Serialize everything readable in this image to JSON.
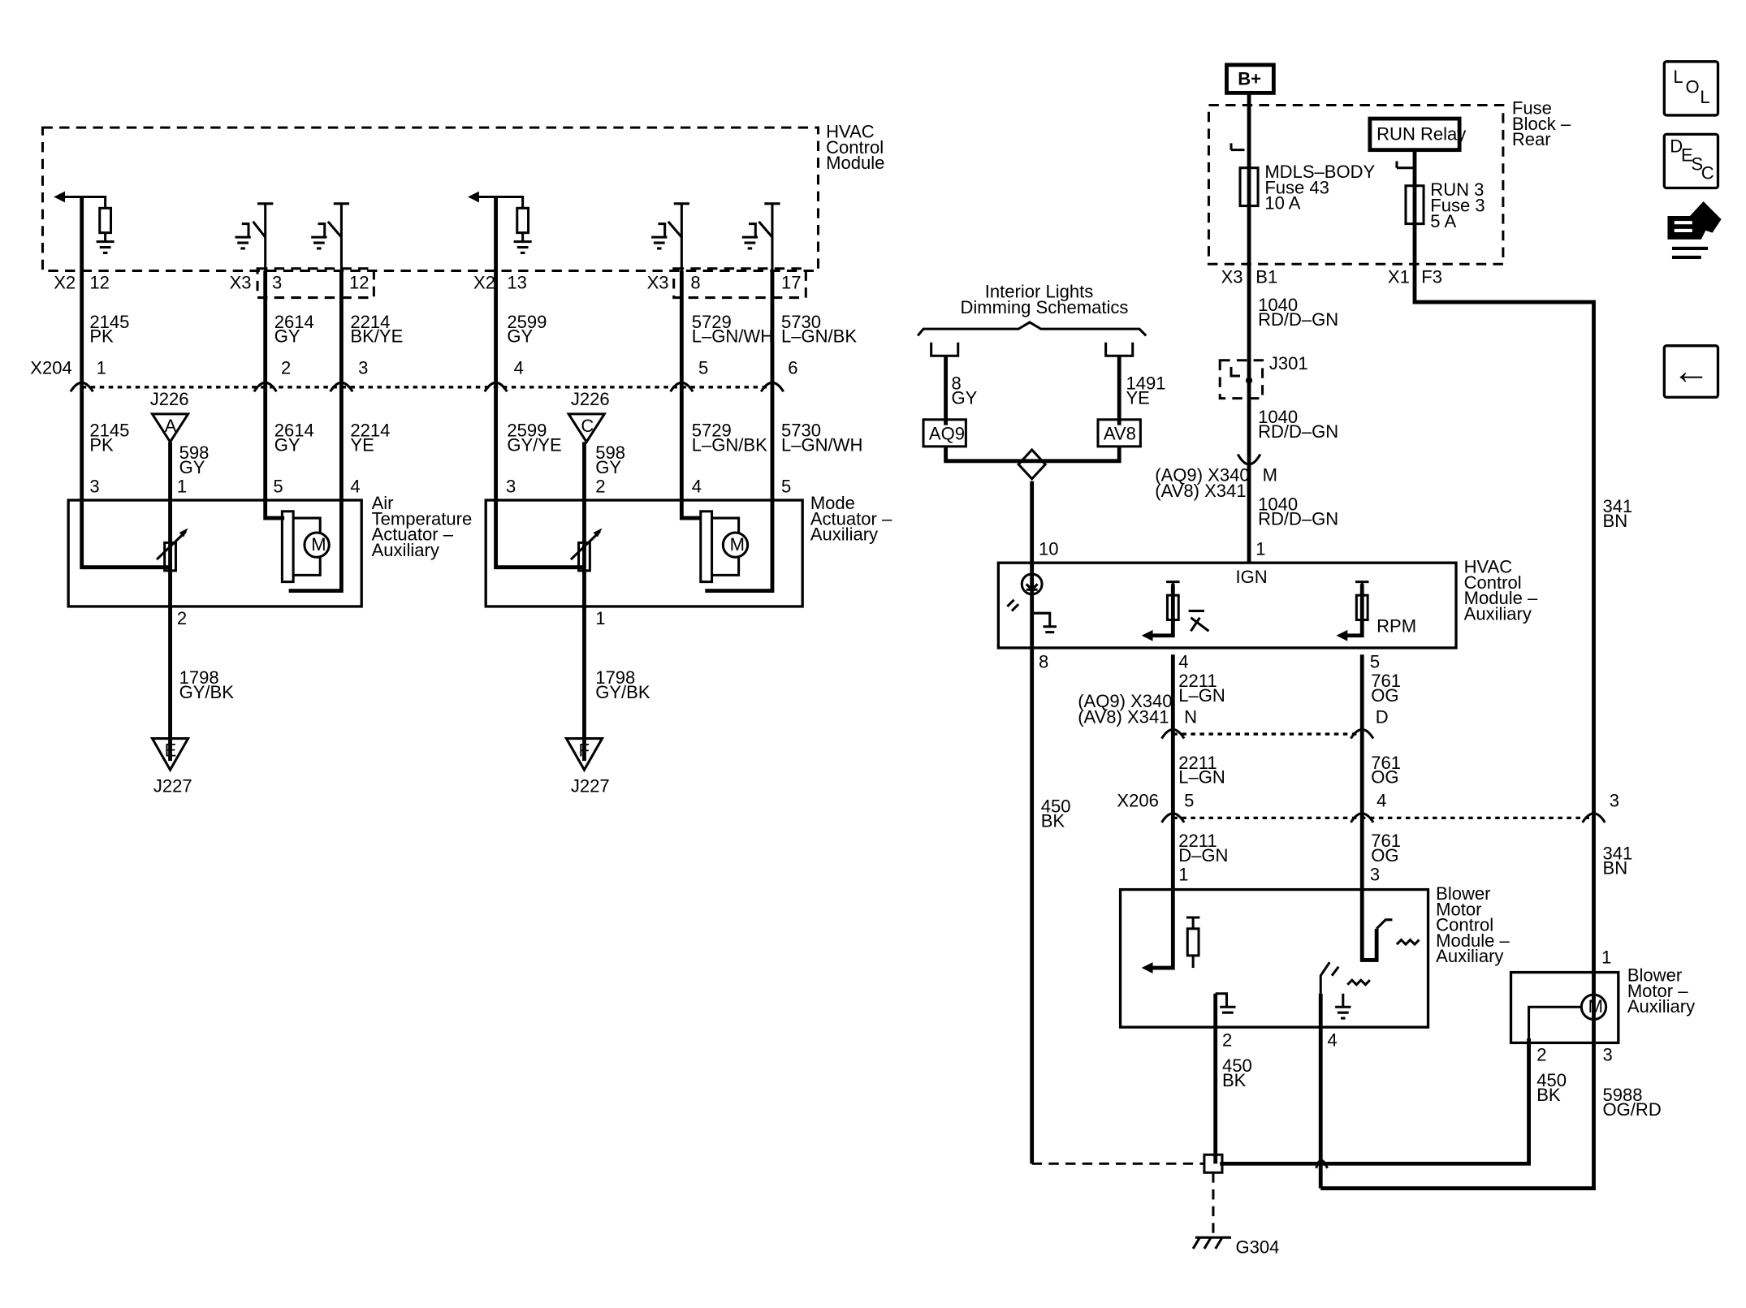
{
  "modules": {
    "hvac_top": [
      "HVAC",
      "Control",
      "Module"
    ],
    "air_temp": [
      "Air",
      "Temperature",
      "Actuator –",
      "Auxiliary"
    ],
    "mode": [
      "Mode",
      "Actuator –",
      "Auxiliary"
    ],
    "fuse_block": [
      "Fuse",
      "Block –",
      "Rear"
    ],
    "hvac_aux": [
      "HVAC",
      "Control",
      "Module –",
      "Auxiliary"
    ],
    "blower_ctrl": [
      "Blower",
      "Motor",
      "Control",
      "Module –",
      "Auxiliary"
    ],
    "blower_motor": [
      "Blower",
      "Motor –",
      "Auxiliary"
    ],
    "interior_lights": [
      "Interior Lights",
      "Dimming Schematics"
    ]
  },
  "power": {
    "b_plus": "B+",
    "run_relay": "RUN Relay"
  },
  "fuses": {
    "f43": [
      "MDLS–BODY",
      "Fuse 43",
      "10 A"
    ],
    "run3": [
      "RUN 3",
      "Fuse 3",
      "5 A"
    ]
  },
  "internal": {
    "ign": "IGN",
    "rpm": "RPM",
    "motor": "M"
  },
  "connectors": {
    "x2": "X2",
    "x3": "X3",
    "x1": "X1",
    "x204": "X204",
    "x206": "X206",
    "j226": "J226",
    "j227": "J227",
    "j301": "J301",
    "g304": "G304",
    "aq9_x340": "(AQ9) X340",
    "av8_x341": "(AV8) X341",
    "aq9": "AQ9",
    "av8": "AV8",
    "b1": "B1",
    "f3": "F3",
    "m": "M",
    "n": "N",
    "d": "D"
  },
  "splices": {
    "a": "A",
    "c": "C",
    "e": "E",
    "f": "F"
  },
  "pins": {
    "p1": "1",
    "p2": "2",
    "p3": "3",
    "p4": "4",
    "p5": "5",
    "p6": "6",
    "p8": "8",
    "p10": "10",
    "p12": "12",
    "p13": "13",
    "p17": "17"
  },
  "wires": {
    "w2145_pk": [
      "2145",
      "PK"
    ],
    "w2614_gy": [
      "2614",
      "GY"
    ],
    "w2214_bkye": [
      "2214",
      "BK/YE"
    ],
    "w2214_ye": [
      "2214",
      "YE"
    ],
    "w2599_gy": [
      "2599",
      "GY"
    ],
    "w2599_gyye": [
      "2599",
      "GY/YE"
    ],
    "w5729_lgnwh": [
      "5729",
      "L–GN/WH"
    ],
    "w5729_lgnbk": [
      "5729",
      "L–GN/BK"
    ],
    "w5730_lgnbk": [
      "5730",
      "L–GN/BK"
    ],
    "w5730_lgnwh": [
      "5730",
      "L–GN/WH"
    ],
    "w598_gy": [
      "598",
      "GY"
    ],
    "w1798_gybk": [
      "1798",
      "GY/BK"
    ],
    "w1040": [
      "1040",
      "RD/D–GN"
    ],
    "w341_bn": [
      "341",
      "BN"
    ],
    "w8_gy": [
      "8",
      "GY"
    ],
    "w1491_ye": [
      "1491",
      "YE"
    ],
    "w2211_lgn": [
      "2211",
      "L–GN"
    ],
    "w2211_dgn": [
      "2211",
      "D–GN"
    ],
    "w761_og": [
      "761",
      "OG"
    ],
    "w450_bk": [
      "450",
      "BK"
    ],
    "w5988": [
      "5988",
      "OG/RD"
    ]
  },
  "nav": {
    "lol_letters": [
      "L",
      "O",
      "L"
    ],
    "desc_letters": [
      "D",
      "E",
      "S",
      "C"
    ],
    "back_arrow": "←"
  }
}
